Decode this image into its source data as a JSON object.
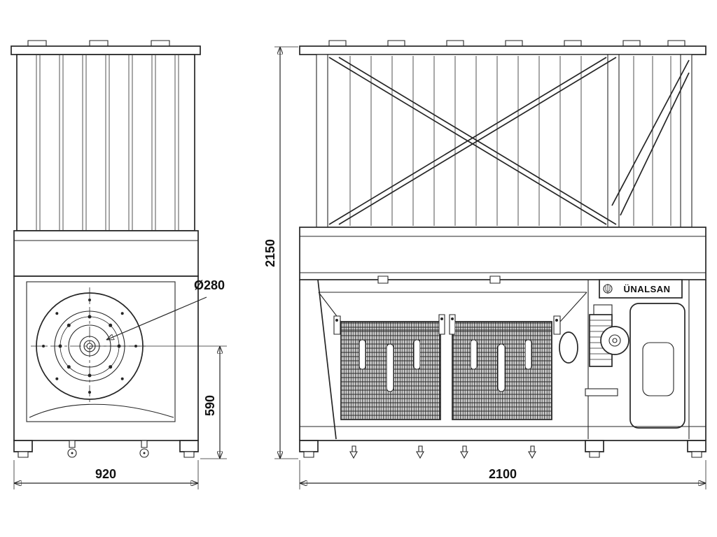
{
  "drawing": {
    "brand": "ÜNALSAN",
    "dimensions": {
      "side_width": "920",
      "side_fan_height": "590",
      "inlet_diameter": "Ø280",
      "front_width": "2100",
      "front_height": "2150"
    }
  }
}
